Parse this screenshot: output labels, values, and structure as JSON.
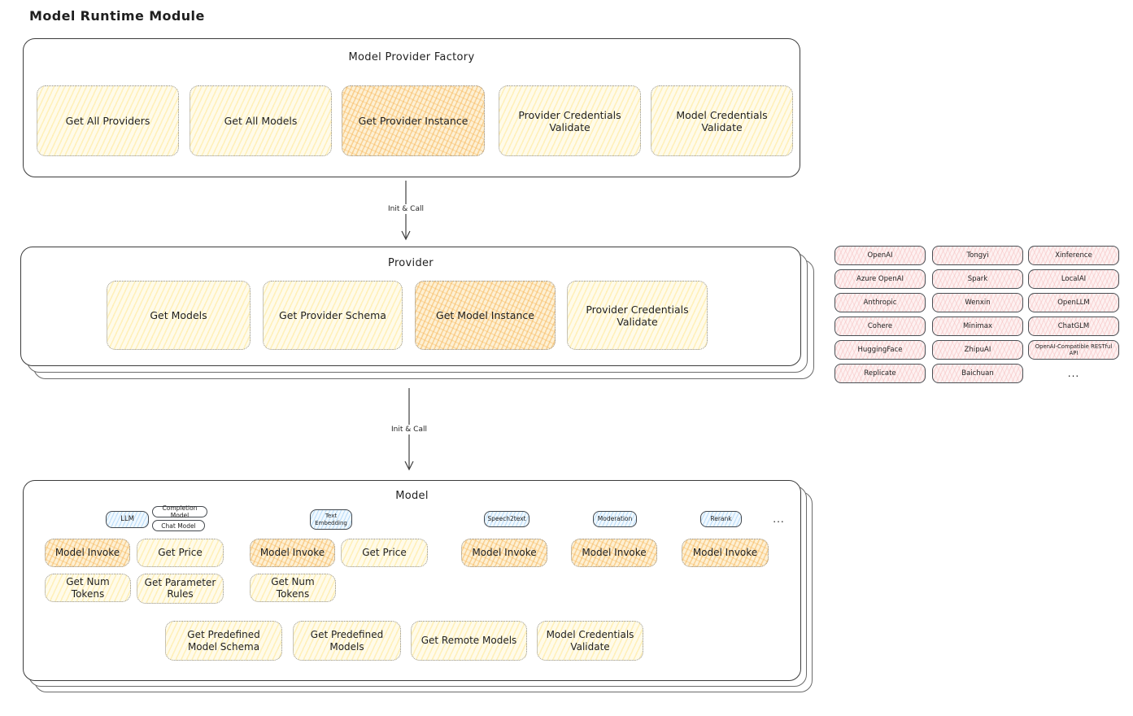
{
  "page_title": "Model Runtime Module",
  "colors": {
    "stroke": "#3c3c3c",
    "text": "#1f1f1f",
    "yellow_fill": "#fffbea",
    "yellow_hatch": "#ffe9a0",
    "orange_fill": "#fdf0d4",
    "orange_hatch": "#f6b250",
    "blue_fill": "#f0f8fe",
    "blue_hatch": "#8ac4f5",
    "pink_fill": "#fdf1f1",
    "pink_hatch": "#f6bebe"
  },
  "arrows": {
    "init_call_label": "Init & Call"
  },
  "factory": {
    "title": "Model Provider Factory",
    "actions": [
      "Get All Providers",
      "Get All Models",
      "Get Provider Instance",
      "Provider Credentials Validate",
      "Model Credentials Validate"
    ]
  },
  "provider": {
    "title": "Provider",
    "actions": [
      "Get Models",
      "Get Provider Schema",
      "Get Model Instance",
      "Provider Credentials Validate"
    ]
  },
  "providers": {
    "col1": [
      "OpenAI",
      "Azure OpenAI",
      "Anthropic",
      "Cohere",
      "HuggingFace",
      "Replicate"
    ],
    "col2": [
      "Tongyi",
      "Spark",
      "Wenxin",
      "Minimax",
      "ZhipuAI",
      "Baichuan"
    ],
    "col3": [
      "Xinference",
      "LocalAI",
      "OpenLLM",
      "ChatGLM",
      "OpenAI-Compatible RESTful API"
    ],
    "more": "..."
  },
  "model": {
    "title": "Model",
    "types": {
      "llm": "LLM",
      "completion_model": "Completion Model",
      "chat_model": "Chat Model",
      "text_embedding": "Text Embedding",
      "speech2text": "Speech2text",
      "moderation": "Moderation",
      "rerank": "Rerank",
      "more": "..."
    },
    "actions": {
      "model_invoke": "Model Invoke",
      "get_price": "Get Price",
      "get_num_tokens": "Get Num Tokens",
      "get_parameter_rules": "Get Parameter Rules"
    },
    "bottom": [
      "Get Predefined Model Schema",
      "Get Predefined Models",
      "Get Remote Models",
      "Model Credentials Validate"
    ]
  }
}
